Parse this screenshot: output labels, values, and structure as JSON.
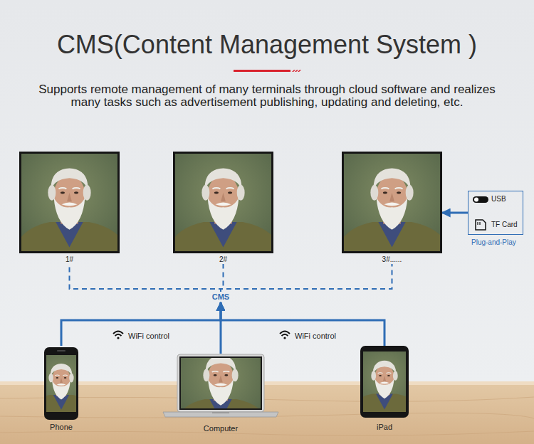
{
  "diagram": {
    "title": "CMS(Content Management System )",
    "caption": "Supports remote management of many terminals through cloud software and realizes many tasks such as advertisement publishing, updating and deleting, etc.",
    "nodes": [
      {
        "text": [
          "1#"
        ]
      },
      {
        "text": [
          "2#"
        ]
      },
      {
        "text": [
          "3#......"
        ]
      },
      {
        "text": [
          "USB",
          "TF Card",
          "Plug-and-Play"
        ]
      },
      {
        "text": [
          "CMS"
        ]
      },
      {
        "text": [
          "Phone"
        ]
      },
      {
        "text": [
          "Computer"
        ]
      },
      {
        "text": [
          "iPad"
        ]
      }
    ],
    "edges": [
      {
        "from": 3,
        "to": 2,
        "arrow": "to"
      },
      {
        "from": 4,
        "to": 0,
        "arrow": "none"
      },
      {
        "from": 4,
        "to": 1,
        "arrow": "none"
      },
      {
        "from": 4,
        "to": 2,
        "arrow": "none"
      },
      {
        "from": 5,
        "to": 4,
        "arrow": "to",
        "label": "WiFi control"
      },
      {
        "from": 6,
        "to": 4,
        "arrow": "to"
      },
      {
        "from": 7,
        "to": 4,
        "arrow": "to",
        "label": "WiFi control"
      }
    ]
  }
}
